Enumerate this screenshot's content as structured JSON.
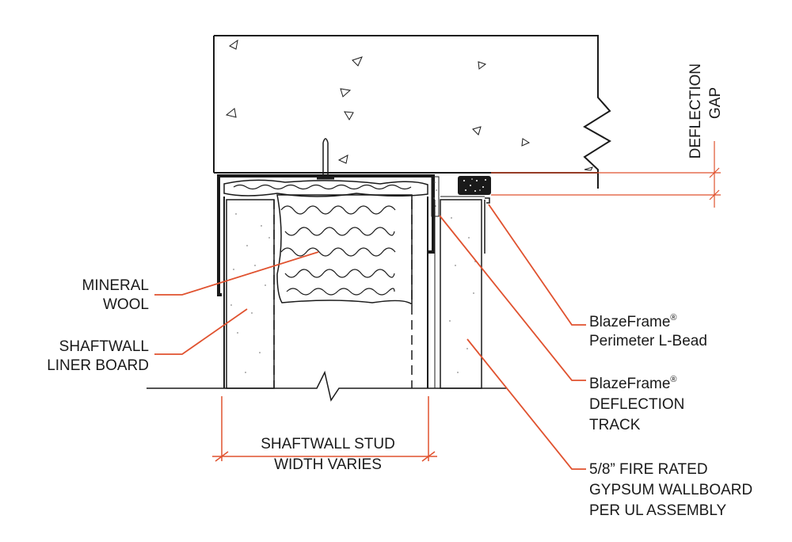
{
  "colors": {
    "line": "#1a1a1a",
    "leader": "#e0522f",
    "background": "#ffffff"
  },
  "labels": {
    "deflection_gap": [
      "DEFLECTION",
      "GAP"
    ],
    "mineral_wool": [
      "MINERAL",
      "WOOL"
    ],
    "shaftwall_liner_board": [
      "SHAFTWALL",
      "LINER BOARD"
    ],
    "stud_width": [
      "SHAFTWALL STUD",
      "WIDTH VARIES"
    ],
    "perimeter_l_bead": {
      "brand": "BlazeFrame",
      "mark": "®",
      "line2": "Perimeter L-Bead"
    },
    "deflection_track": {
      "brand": "BlazeFrame",
      "mark": "®",
      "line2": "DEFLECTION",
      "line3": "TRACK"
    },
    "gypsum": [
      "5/8” FIRE RATED",
      "GYPSUM WALLBOARD",
      "PER UL ASSEMBLY"
    ]
  }
}
